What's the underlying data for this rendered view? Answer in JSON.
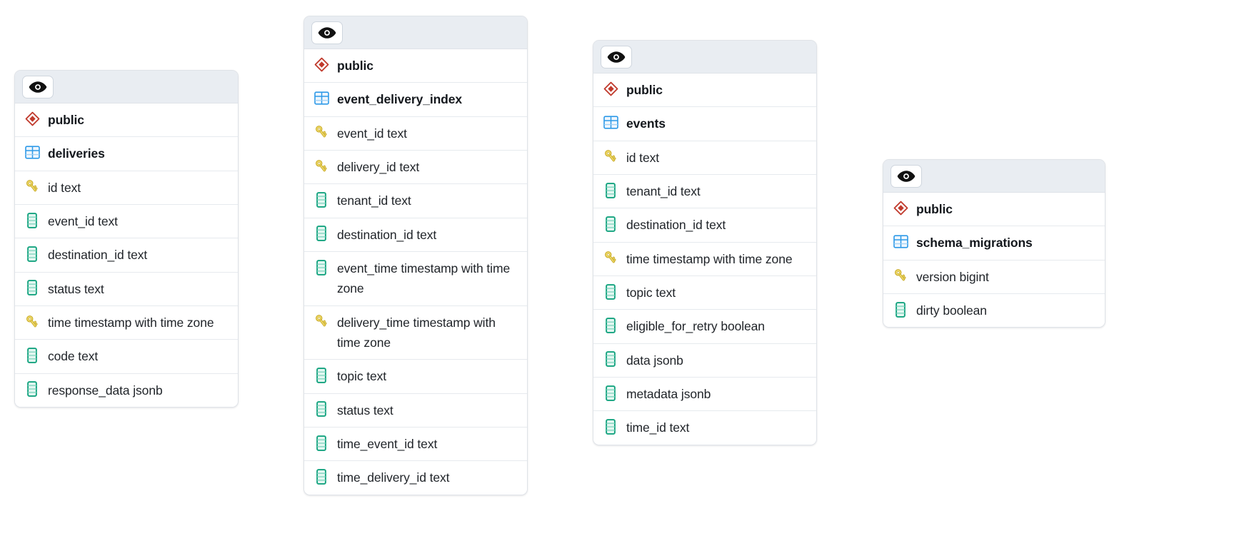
{
  "app": {
    "background_color": "#ffffff",
    "card_border_color": "#dfe3e8",
    "header_bg_color": "#e9edf2",
    "schema_icon_color": "#c0392b",
    "table_icon_color": "#2f9ae8",
    "key_icon_color": "#e8c84a",
    "column_icon_color": "#14a37f",
    "text_color": "#1f2328"
  },
  "cards": [
    {
      "id": "deliveries",
      "eye_button": {
        "icon": "eye-icon",
        "label": ""
      },
      "schema": {
        "icon": "schema-diamond-icon",
        "label": "public"
      },
      "table": {
        "icon": "table-grid-icon",
        "label": "deliveries"
      },
      "columns": [
        {
          "icon": "key-icon",
          "label": "id text"
        },
        {
          "icon": "column-icon",
          "label": "event_id text"
        },
        {
          "icon": "column-icon",
          "label": "destination_id text"
        },
        {
          "icon": "column-icon",
          "label": "status text"
        },
        {
          "icon": "key-icon",
          "label": "time timestamp with time zone"
        },
        {
          "icon": "column-icon",
          "label": "code text"
        },
        {
          "icon": "column-icon",
          "label": "response_data jsonb"
        }
      ]
    },
    {
      "id": "event_delivery_index",
      "eye_button": {
        "icon": "eye-icon",
        "label": ""
      },
      "schema": {
        "icon": "schema-diamond-icon",
        "label": "public"
      },
      "table": {
        "icon": "table-grid-icon",
        "label": "event_delivery_index"
      },
      "columns": [
        {
          "icon": "key-icon",
          "label": "event_id text"
        },
        {
          "icon": "key-icon",
          "label": "delivery_id text"
        },
        {
          "icon": "column-icon",
          "label": "tenant_id text"
        },
        {
          "icon": "column-icon",
          "label": "destination_id text"
        },
        {
          "icon": "column-icon",
          "label": "event_time timestamp with time zone"
        },
        {
          "icon": "key-icon",
          "label": "delivery_time timestamp with time zone"
        },
        {
          "icon": "column-icon",
          "label": "topic text"
        },
        {
          "icon": "column-icon",
          "label": "status text"
        },
        {
          "icon": "column-icon",
          "label": "time_event_id text"
        },
        {
          "icon": "column-icon",
          "label": "time_delivery_id text"
        }
      ]
    },
    {
      "id": "events",
      "eye_button": {
        "icon": "eye-icon",
        "label": ""
      },
      "schema": {
        "icon": "schema-diamond-icon",
        "label": "public"
      },
      "table": {
        "icon": "table-grid-icon",
        "label": "events"
      },
      "columns": [
        {
          "icon": "key-icon",
          "label": "id text"
        },
        {
          "icon": "column-icon",
          "label": "tenant_id text"
        },
        {
          "icon": "column-icon",
          "label": "destination_id text"
        },
        {
          "icon": "key-icon",
          "label": "time timestamp with time zone"
        },
        {
          "icon": "column-icon",
          "label": "topic text"
        },
        {
          "icon": "column-icon",
          "label": "eligible_for_retry boolean"
        },
        {
          "icon": "column-icon",
          "label": "data jsonb"
        },
        {
          "icon": "column-icon",
          "label": "metadata jsonb"
        },
        {
          "icon": "column-icon",
          "label": "time_id text"
        }
      ]
    },
    {
      "id": "schema_migrations",
      "eye_button": {
        "icon": "eye-icon",
        "label": ""
      },
      "schema": {
        "icon": "schema-diamond-icon",
        "label": "public"
      },
      "table": {
        "icon": "table-grid-icon",
        "label": "schema_migrations"
      },
      "columns": [
        {
          "icon": "key-icon",
          "label": "version bigint"
        },
        {
          "icon": "column-icon",
          "label": "dirty boolean"
        }
      ]
    }
  ]
}
